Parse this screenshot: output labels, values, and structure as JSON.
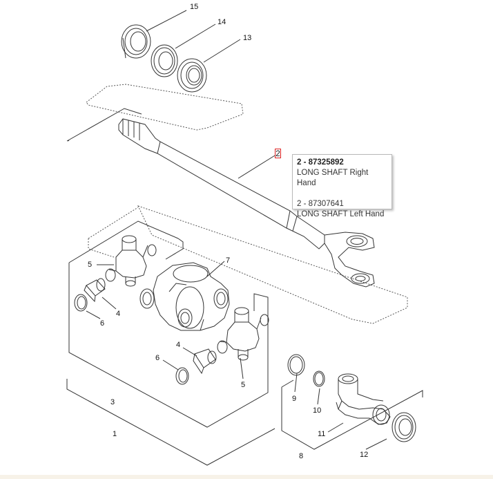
{
  "callouts": {
    "c15": "15",
    "c14": "14",
    "c13": "13",
    "c2": "2",
    "c7": "7",
    "c5a": "5",
    "c4a": "4",
    "c6a": "6",
    "c4b": "4",
    "c6b": "6",
    "c5b": "5",
    "c3": "3",
    "c1": "1",
    "c9": "9",
    "c10": "10",
    "c11": "11",
    "c8": "8",
    "c12": "12"
  },
  "tooltip": {
    "part1_number": "2 - 87325892",
    "part1_name": "LONG SHAFT Right Hand",
    "part2_number": "2 - 87307641",
    "part2_name": "LONG SHAFT Left Hand"
  },
  "hotspot": {
    "label": "2"
  },
  "colors": {
    "line": "#333333",
    "hotspot_border": "#dd2222",
    "strip": "#f7f2e8"
  }
}
